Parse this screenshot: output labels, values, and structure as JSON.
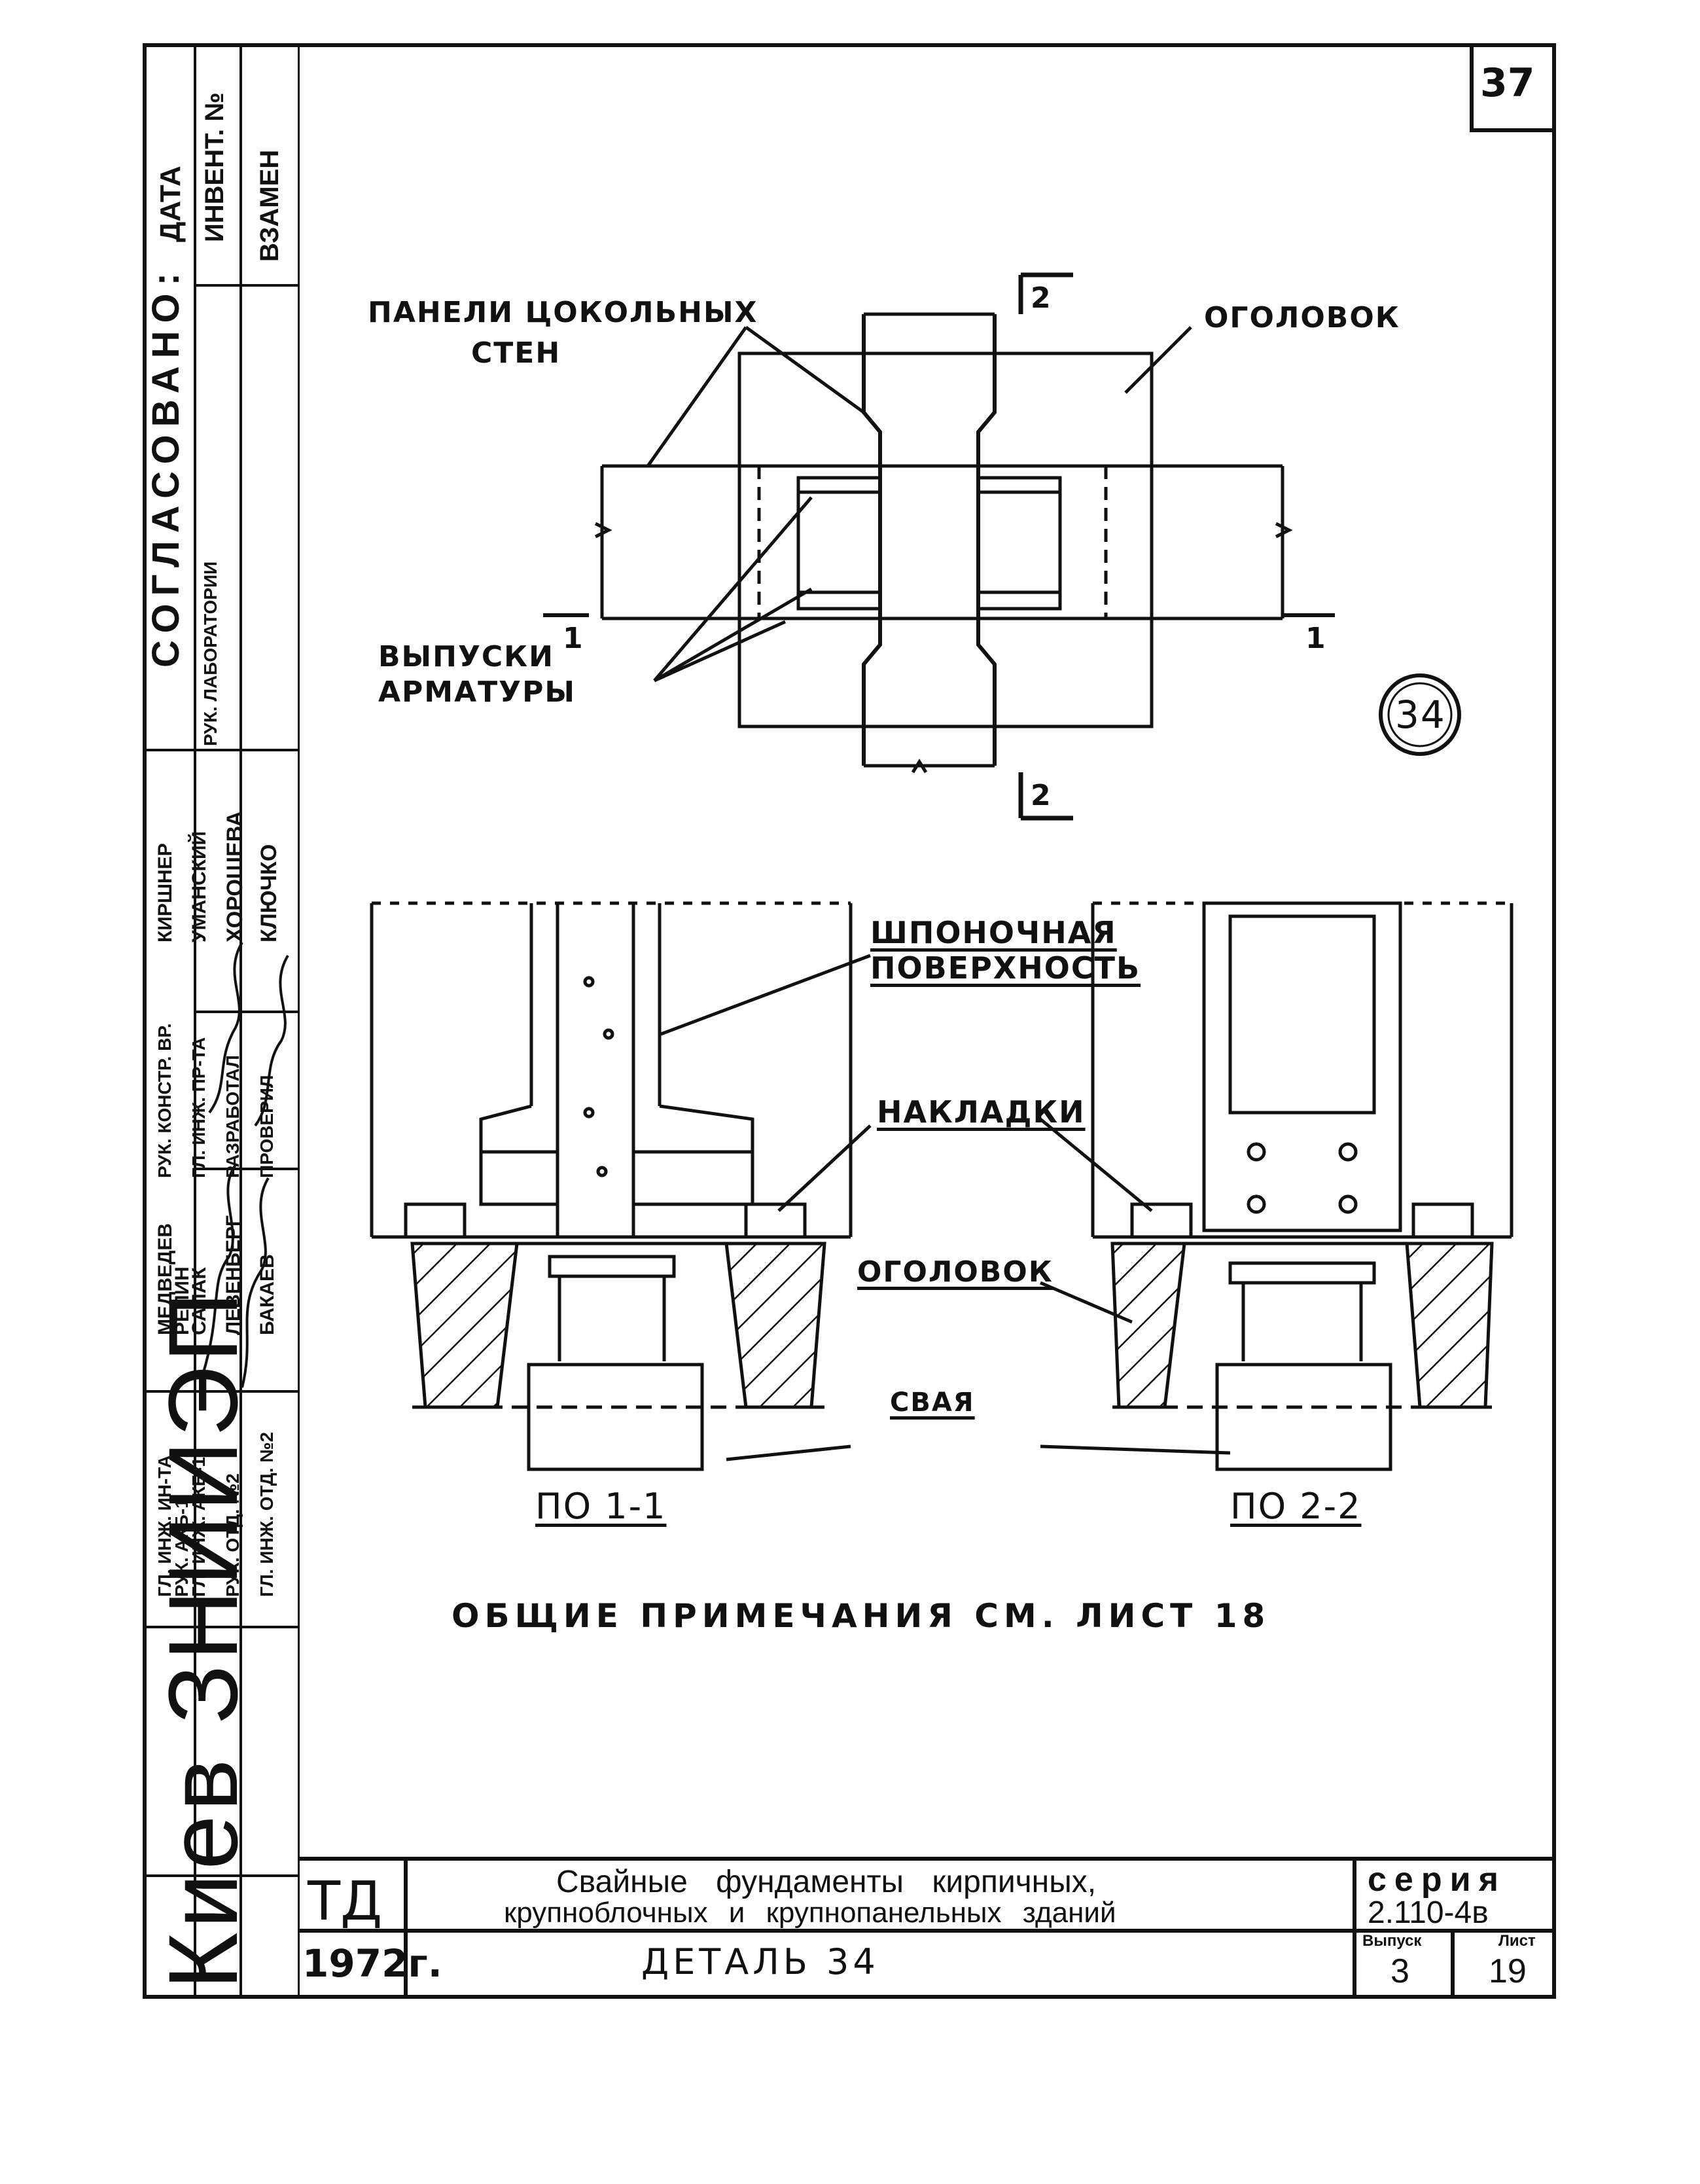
{
  "sheet": {
    "page_number": "37",
    "detail_mark": "34",
    "notes": "ОБЩИЕ ПРИМЕЧАНИЯ СМ. ЛИСТ 18"
  },
  "plan": {
    "label_panels_line1": "ПАНЕЛИ ЦОКОЛЬНЫХ",
    "label_panels_line2": "СТЕН",
    "label_cap": "ОГОЛОВОК",
    "label_rebar_line1": "ВЫПУСКИ",
    "label_rebar_line2": "АРМАТУРЫ",
    "cut1_left": "1",
    "cut1_right": "1",
    "cut2_top": "2",
    "cut2_bottom": "2"
  },
  "sections": {
    "label_key_line1": "ШПОНОЧНАЯ",
    "label_key_line2": "ПОВЕРХНОСТЬ",
    "label_plates": "НАКЛАДКИ",
    "label_cap": "ОГОЛОВОК",
    "label_pile": "СВАЯ",
    "title_1": "ПО 1-1",
    "title_2": "ПО 2-2"
  },
  "title_block": {
    "code": "ТД",
    "year": "1972г.",
    "title_line1": "Свайные фундаменты кирпичных,",
    "title_line2": "крупноблочных и крупнопанельных зданий",
    "detail": "ДЕТАЛЬ 34",
    "series_label": "серия",
    "series_value": "2.110-4в",
    "issue_label": "Выпуск",
    "issue_value": "3",
    "sheet_label": "Лист",
    "sheet_value": "19"
  },
  "side_stamp": {
    "org": "Киев ЗНИИЭП",
    "agreed": "СОГЛАСОВАНО:",
    "date": "ДАТА",
    "invent": "ИНВЕНТ. №",
    "replace": "ВЗАМЕН",
    "lab_head": "РУК. ЛАБОРАТОРИИ",
    "roles": [
      "ГЛ. ИНЖ. ИН-ТА",
      "РУК. АКБ-1",
      "ГЛ. ИНЖ. АКБ-1",
      "РУК. ОТД. №2",
      "ГЛ. ИНЖ. ОТД. №2"
    ],
    "names_a": [
      "МЕДВЕДЕВ",
      "РЕПИН",
      "САПАК",
      "ЛЕВЕНБЕРГ",
      "БАКАЕВ"
    ],
    "roles_b": [
      "РУК. КОНСТР. ВР.",
      "ГЛ. ИНЖ. ПР-ТА",
      "РАЗРАБОТАЛ",
      "ПРОВЕРИЛ"
    ],
    "names_b": [
      "КИРШНЕР",
      "УМАНСКИЙ",
      "ХОРОШЕВА",
      "КЛЮЧКО"
    ]
  }
}
